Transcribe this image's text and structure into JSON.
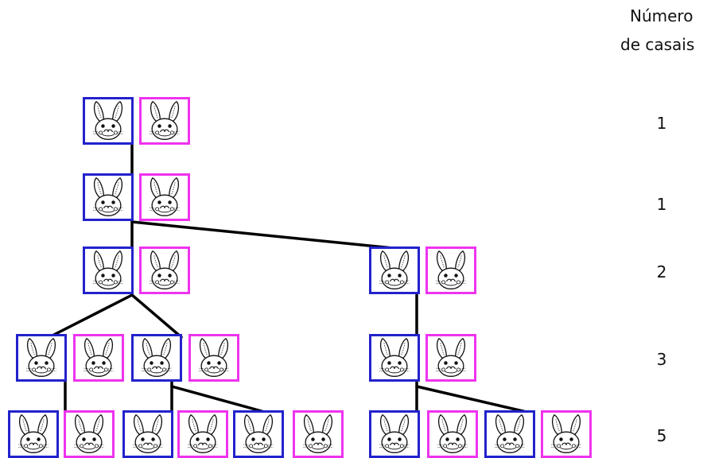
{
  "header": {
    "line1": "Número",
    "line2": "de casais"
  },
  "counts": [
    "1",
    "1",
    "2",
    "3",
    "5"
  ],
  "colors": {
    "male_border": "#2222cc",
    "female_border": "#ee33ee",
    "connector": "#000000"
  },
  "icons": {
    "rabbit": "rabbit-face-icon"
  },
  "generations": [
    {
      "pairs": 1
    },
    {
      "pairs": 1
    },
    {
      "pairs": 2
    },
    {
      "pairs": 3
    },
    {
      "pairs": 5
    }
  ]
}
